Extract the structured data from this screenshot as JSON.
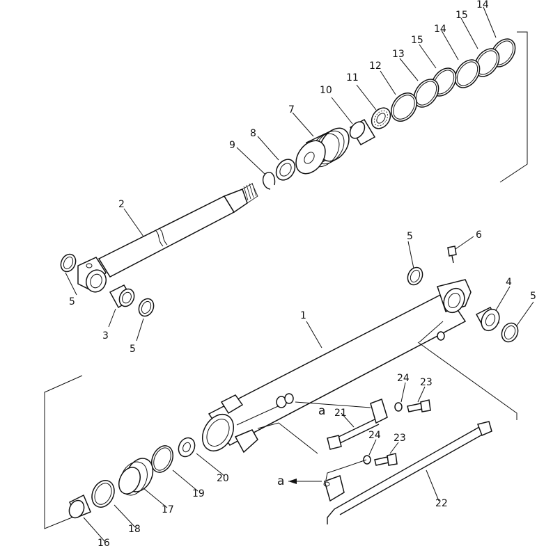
{
  "callouts": {
    "c1": "1",
    "c2": "2",
    "c3": "3",
    "c4": "4",
    "c5a": "5",
    "c5b": "5",
    "c5c": "5",
    "c5d": "5",
    "c6": "6",
    "c7": "7",
    "c8": "8",
    "c9": "9",
    "c10": "10",
    "c11": "11",
    "c12": "12",
    "c13": "13",
    "c14a": "14",
    "c14b": "14",
    "c15a": "15",
    "c15b": "15",
    "c16": "16",
    "c17": "17",
    "c18": "18",
    "c19": "19",
    "c20": "20",
    "c21": "21",
    "c22": "22",
    "c23a": "23",
    "c23b": "23",
    "c24a": "24",
    "c24b": "24"
  },
  "refs": {
    "ref_a1": "a",
    "ref_a2": "a"
  }
}
